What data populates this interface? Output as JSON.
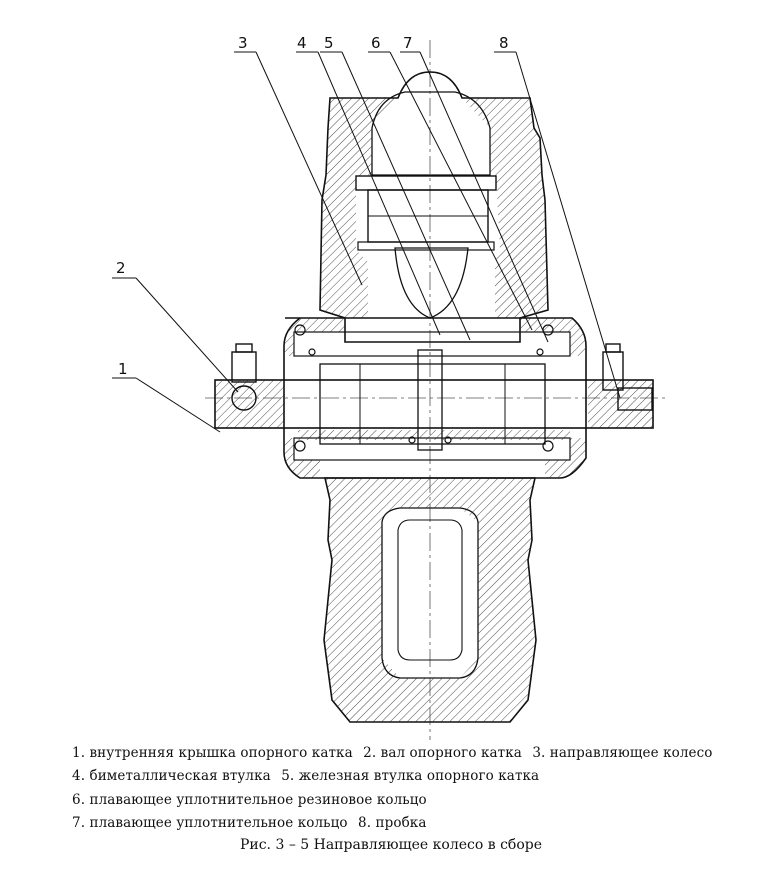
{
  "drawing": {
    "callouts": [
      "1",
      "2",
      "3",
      "4",
      "5",
      "6",
      "7",
      "8"
    ]
  },
  "legend": {
    "line1": [
      "1. внутренняя крышка опорного катка",
      "2. вал опорного катка",
      "3. направляющее колесо"
    ],
    "line2": [
      "4. биметаллическая втулка",
      "5. железная втулка опорного катка"
    ],
    "line3": [
      "6. плавающее уплотнительное резиновое кольцо"
    ],
    "line4": [
      "7. плавающее уплотнительное кольцо",
      "8. пробка"
    ]
  },
  "caption": "Рис. 3 – 5 Направляющее колесо в сборе"
}
